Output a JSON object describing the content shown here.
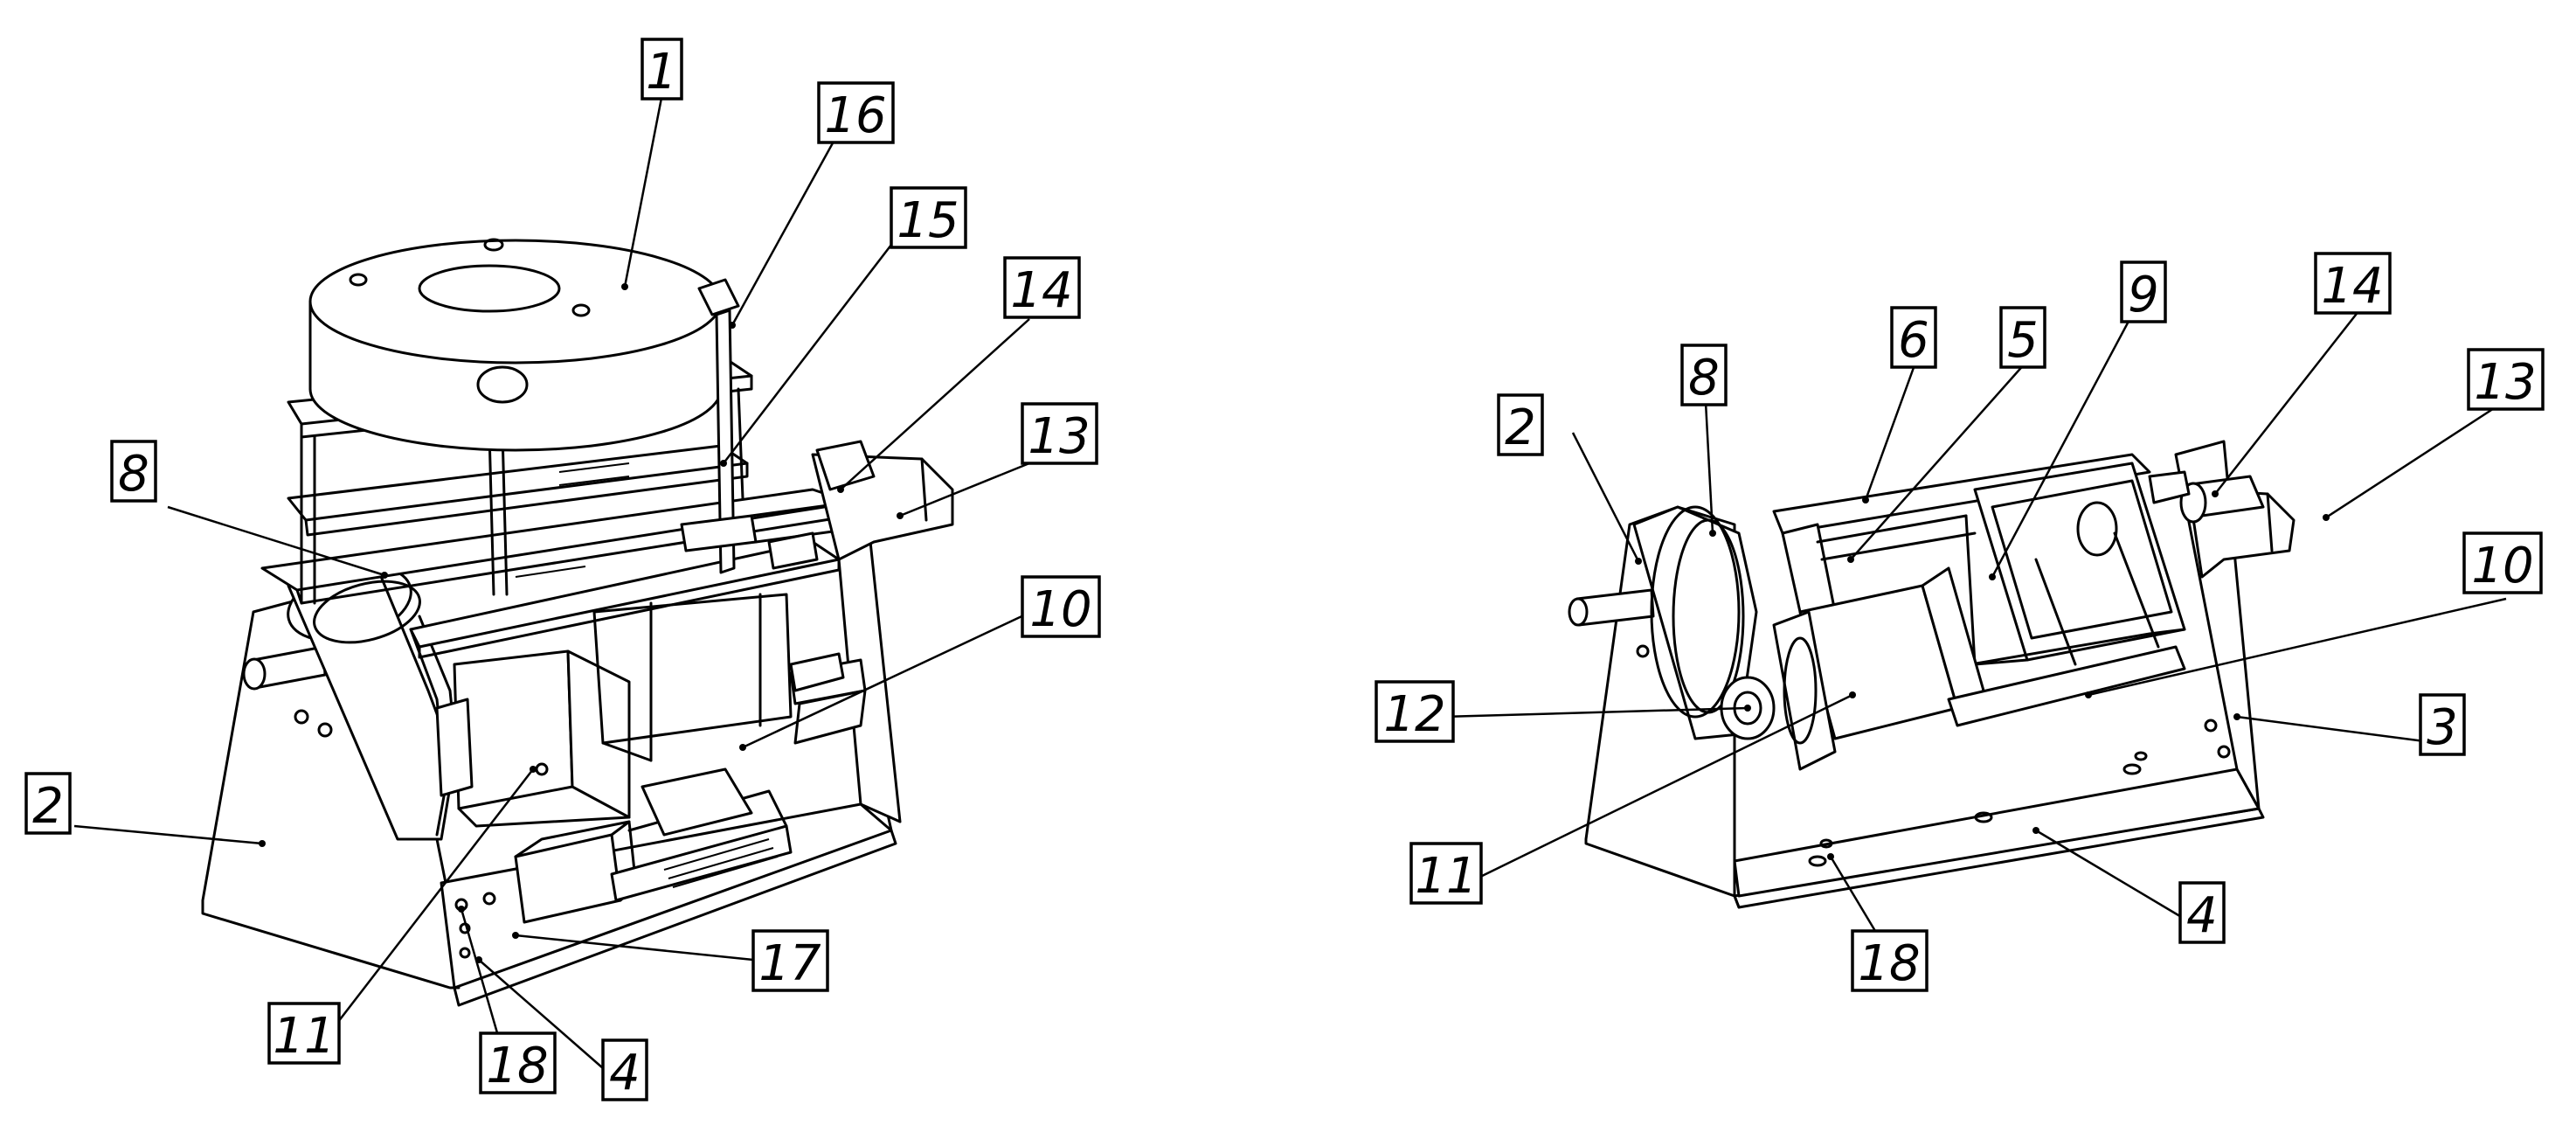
{
  "figure": {
    "left_view": {
      "callouts": [
        "1",
        "16",
        "15",
        "14",
        "13",
        "8",
        "10",
        "2",
        "11",
        "17",
        "18",
        "4"
      ]
    },
    "right_view": {
      "callouts": [
        "6",
        "5",
        "9",
        "14",
        "13",
        "8",
        "2",
        "10",
        "12",
        "3",
        "11",
        "4",
        "18"
      ]
    }
  }
}
